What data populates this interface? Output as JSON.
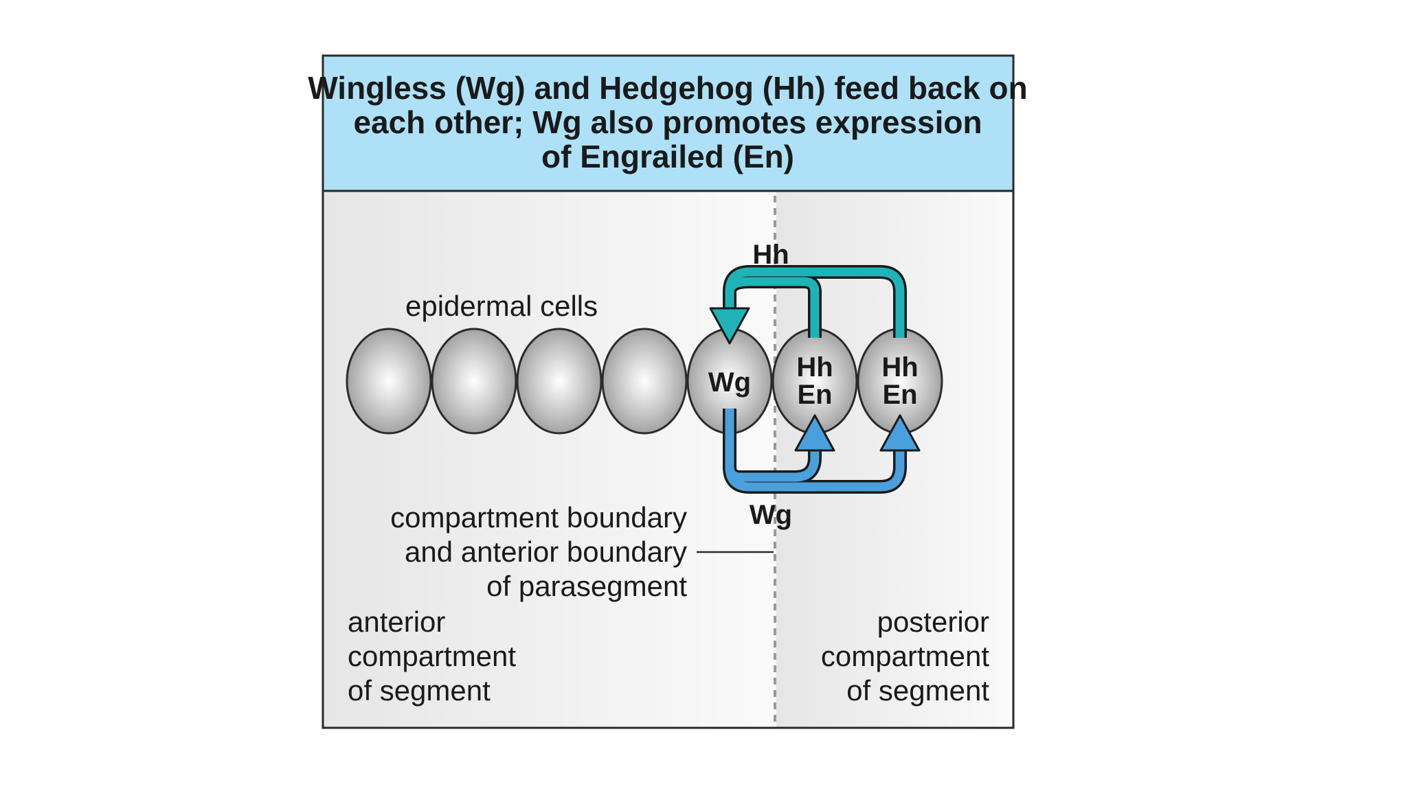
{
  "title": {
    "lines": [
      "Wingless (Wg) and Hedgehog (Hh) feed back on",
      "each other; Wg also promotes expression",
      "of Engrailed (En)"
    ]
  },
  "labels": {
    "epidermal_cells": "epidermal cells",
    "boundary": [
      "compartment boundary",
      "and anterior boundary",
      "of parasegment"
    ],
    "anterior": [
      "anterior",
      "compartment",
      "of segment"
    ],
    "posterior": [
      "posterior",
      "compartment",
      "of segment"
    ]
  },
  "cells": [
    {
      "lines": []
    },
    {
      "lines": []
    },
    {
      "lines": []
    },
    {
      "lines": []
    },
    {
      "lines": [
        "Wg"
      ]
    },
    {
      "lines": [
        "Hh",
        "En"
      ]
    },
    {
      "lines": [
        "Hh",
        "En"
      ]
    }
  ],
  "signals": {
    "hh_label": "Hh",
    "wg_label": "Wg",
    "hh_color": "#1fb3b8",
    "wg_color": "#4aa0dc"
  },
  "colors": {
    "header_bg": "#aee1f7",
    "border": "#2a2a2a",
    "boundary_line": "#9a9a9a"
  }
}
